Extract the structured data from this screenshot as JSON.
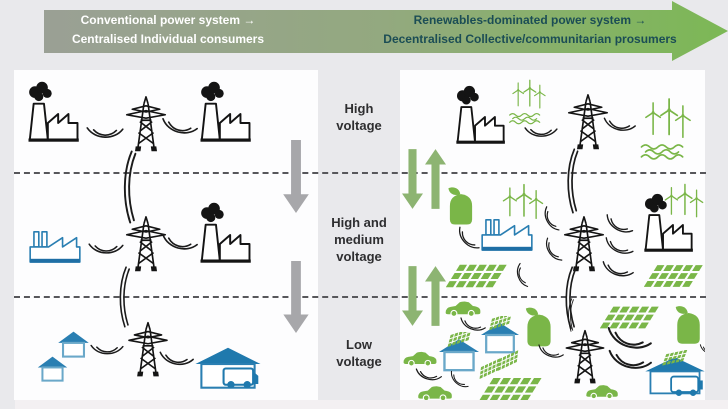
{
  "banner": {
    "left_title": "Conventional power system →\nCentralised Individual consumers",
    "right_title": "Renewables-dominated power system →\nDecentralised Collective/communitarian prosumers"
  },
  "voltage_labels": {
    "high": "High\nvoltage",
    "high_and_medium": "High and\nmedium\nvoltage",
    "low": "Low\nvoltage"
  },
  "colors": {
    "page_background": "#e9e9ec",
    "panel_background": "#fdfdfe",
    "banner_gradient_start": "#9aa095",
    "banner_gradient_end": "#7cb855",
    "banner_left_text": "#ffffff",
    "banner_right_text": "#1b4d55",
    "gray_flow_arrow": "#a7a7aa",
    "green_flow_arrow": "#8db472",
    "icon_black": "#141414",
    "icon_blue": "#2a7fb2",
    "icon_blue_dark": "#1f6fa5",
    "icon_green": "#7ab648",
    "dashed_line": "#57575b",
    "voltage_label_text": "#2e2e30"
  },
  "icon_glossary": {
    "coal-power-plant-icon": "fossil power plant with smoke cloud",
    "industry-icon": "blue factory / industrial consumer",
    "transmission-tower-icon": "electricity pylon",
    "power-line-icon": "curved grid connection lines",
    "house-icon": "residential consumer house",
    "house-with-vehicle-icon": "house with delivery vehicle",
    "offshore-wind-icon": "wind turbines over waves",
    "wind-farm-icon": "wind turbines",
    "solar-array-icon": "photovoltaic panel array",
    "biogas-storage-icon": "green storage / biogas tank with leaf",
    "electric-car-icon": "green electric car",
    "solar-house-icon": "house with rooftop solar panels",
    "solar-house-with-van-icon": "prosumer house with solar roof and electric van",
    "downward-flow-arrow": "one-way power flow downward",
    "upward-flow-arrow": "power fed back upward"
  },
  "left_panel": {
    "flow": "one-way downward (gray arrows)",
    "rows": [
      [
        "coal-power-plant-icon",
        "power-line-icon",
        "transmission-tower-icon",
        "power-line-icon",
        "coal-power-plant-icon"
      ],
      [
        "industry-icon",
        "power-line-icon",
        "transmission-tower-icon",
        "power-line-icon",
        "coal-power-plant-icon"
      ],
      [
        "house-icon",
        "house-icon",
        "power-line-icon",
        "transmission-tower-icon",
        "power-line-icon",
        "house-with-vehicle-icon"
      ]
    ]
  },
  "right_panel": {
    "flow": "two-way (green down + up arrows)",
    "rows": [
      [
        "coal-power-plant-icon",
        "offshore-wind-icon",
        "power-line-icon",
        "transmission-tower-icon",
        "power-line-icon",
        "offshore-wind-icon"
      ],
      [
        "biogas-storage-icon",
        "wind-farm-icon",
        "industry-icon",
        "solar-array-icon",
        "transmission-tower-icon",
        "wind-farm-icon",
        "coal-power-plant-icon",
        "solar-array-icon"
      ],
      [
        "electric-car-icon",
        "electric-car-icon",
        "solar-house-icon",
        "solar-house-icon",
        "biogas-storage-icon",
        "solar-array-icon",
        "electric-car-icon",
        "solar-array-icon",
        "biogas-storage-icon",
        "transmission-tower-icon",
        "electric-car-icon",
        "solar-house-with-van-icon"
      ]
    ]
  }
}
